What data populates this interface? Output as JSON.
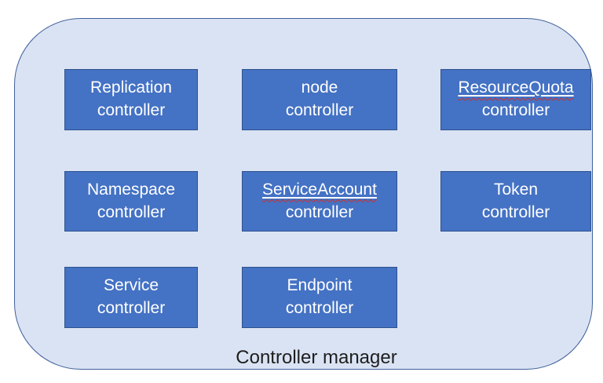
{
  "diagram": {
    "title": "Controller manager",
    "boxes": [
      {
        "line1": "Replication",
        "line2": "controller",
        "misspell_underline_on_line1": false
      },
      {
        "line1": "node",
        "line2": "controller",
        "misspell_underline_on_line1": false
      },
      {
        "line1": "ResourceQuota",
        "line2": "controller",
        "misspell_underline_on_line1": true
      },
      {
        "line1": "Namespace",
        "line2": "controller",
        "misspell_underline_on_line1": false
      },
      {
        "line1": "ServiceAccount",
        "line2": "controller",
        "misspell_underline_on_line1": true
      },
      {
        "line1": "Token",
        "line2": "controller",
        "misspell_underline_on_line1": false
      },
      {
        "line1": "Service",
        "line2": "controller",
        "misspell_underline_on_line1": false
      },
      {
        "line1": "Endpoint",
        "line2": "controller",
        "misspell_underline_on_line1": false
      }
    ],
    "colors": {
      "box_fill": "#4472c4",
      "box_border": "#2f528f",
      "box_text": "#ffffff",
      "container_fill": "#dae3f3",
      "container_border": "#41619b",
      "title_text": "#1e1e1e",
      "spellcheck_underline": "#cc2f2a"
    }
  }
}
